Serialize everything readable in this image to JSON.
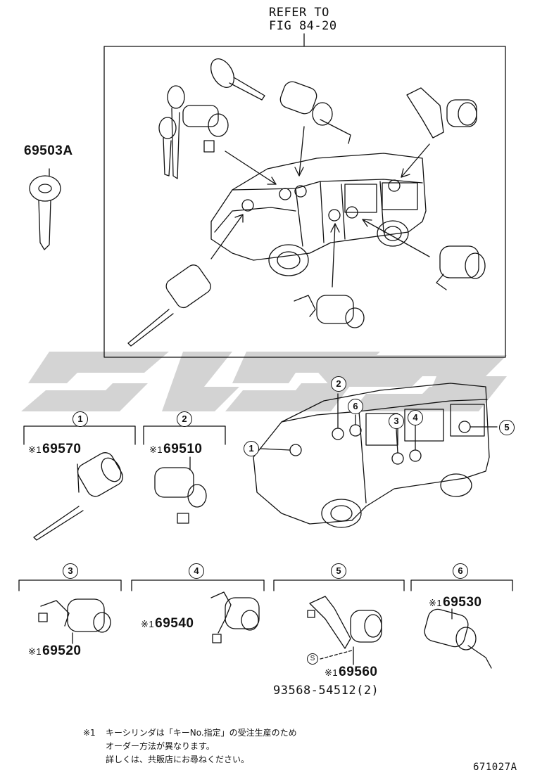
{
  "refer": {
    "line1": "REFER TO",
    "line2": "FIG 84-20"
  },
  "key_label": "69503A",
  "callouts": [
    "1",
    "2",
    "3",
    "4",
    "5",
    "6"
  ],
  "note_mark": "※1",
  "parts": [
    {
      "index": "1",
      "number": "69570"
    },
    {
      "index": "2",
      "number": "69510"
    },
    {
      "index": "3",
      "number": "69520"
    },
    {
      "index": "4",
      "number": "69540"
    },
    {
      "index": "5",
      "number": "69560"
    },
    {
      "index": "6",
      "number": "69530"
    }
  ],
  "screw": {
    "symbol": "S",
    "number": "93568-54512(2)"
  },
  "note": {
    "line1": "キーシリンダは「キーNo.指定」の受注生産のため",
    "line2": "オーダー方法が異なります。",
    "line3": "詳しくは、共販店にお尋ねください。"
  },
  "figure_id": "671027A"
}
